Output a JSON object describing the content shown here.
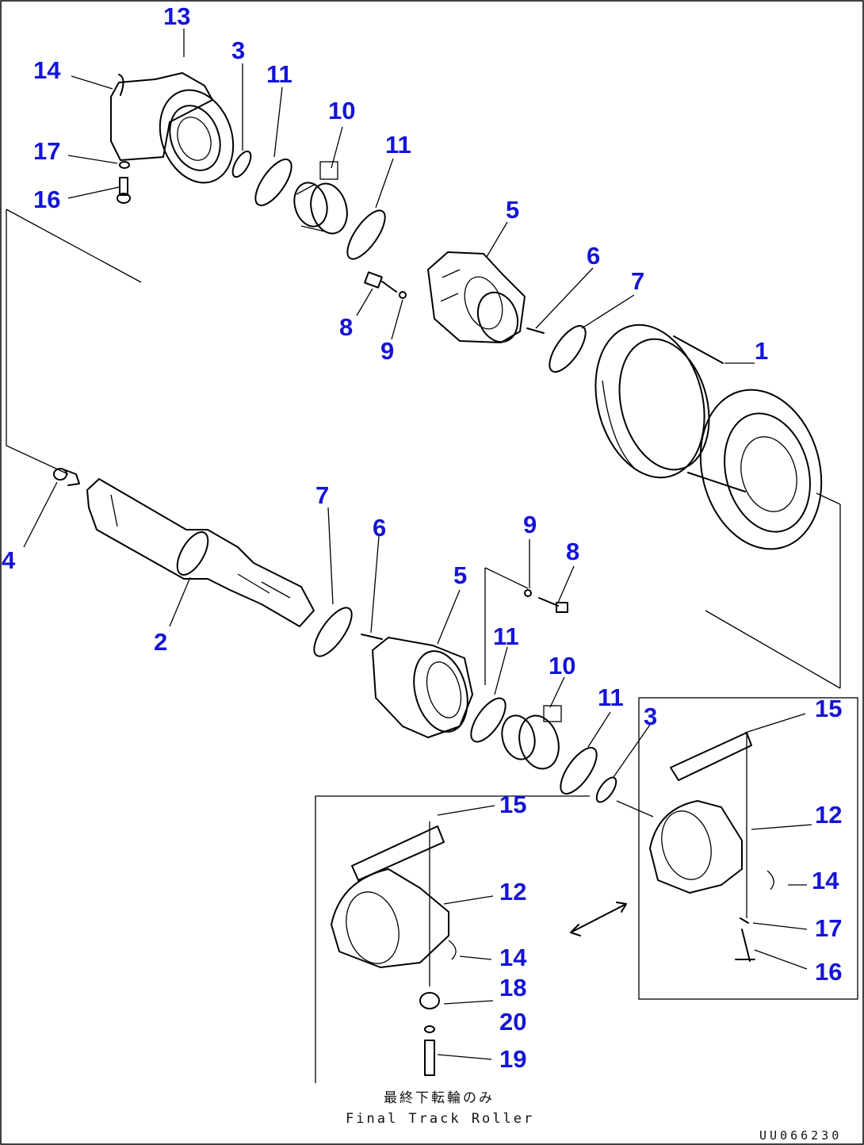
{
  "diagram": {
    "callouts": {
      "c13": "13",
      "c14a": "14",
      "c3a": "3",
      "c11a": "11",
      "c10a": "10",
      "c11b": "11",
      "c17a": "17",
      "c16a": "16",
      "c5a": "5",
      "c6a": "6",
      "c7a": "7",
      "c8a": "8",
      "c9a": "9",
      "c1": "1",
      "c4": "4",
      "c7b": "7",
      "c6b": "6",
      "c9b": "9",
      "c8b": "8",
      "c5b": "5",
      "c2": "2",
      "c11c": "11",
      "c10b": "10",
      "c11d": "11",
      "c3b": "3",
      "c15a": "15",
      "c15b": "15",
      "c12a": "12",
      "c14b": "14",
      "c17b": "17",
      "c16b": "16",
      "c12b": "12",
      "c14c": "14",
      "c18": "18",
      "c20": "20",
      "c19": "19"
    },
    "caption_jp": "最終下転輪のみ",
    "caption_en": "Final Track Roller",
    "drawing_code": "UU066230"
  }
}
